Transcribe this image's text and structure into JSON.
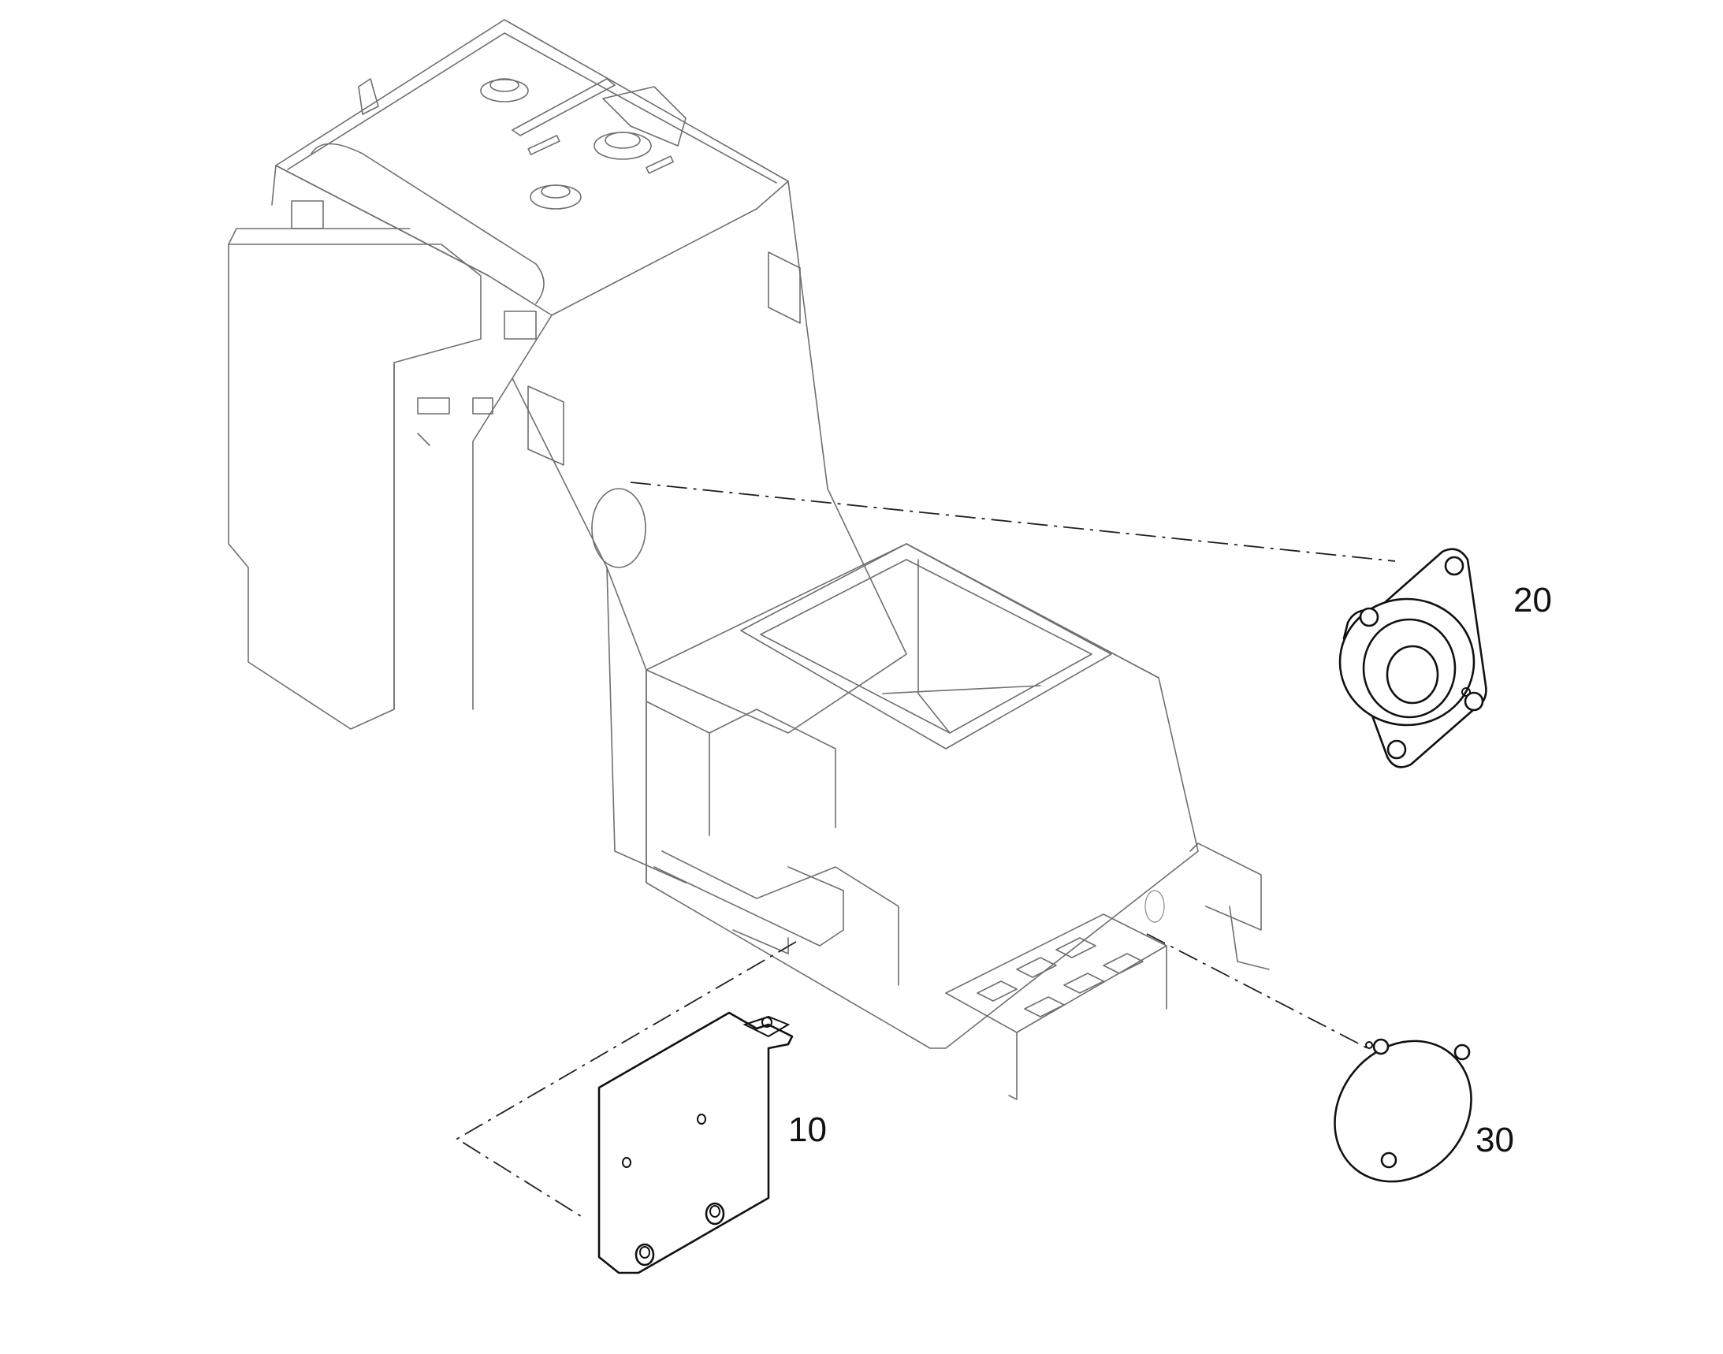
{
  "callouts": {
    "part_10": "10",
    "part_20": "20",
    "part_30": "30"
  },
  "colors": {
    "background": "#ffffff",
    "context_lines": "#6f6f6f",
    "part_lines": "#111111"
  },
  "icons": {
    "housing": "operator-console-housing-icon",
    "part_10": "cover-plate-icon",
    "part_20": "flanged-bearing-cover-icon",
    "part_30": "round-cover-plate-icon"
  }
}
